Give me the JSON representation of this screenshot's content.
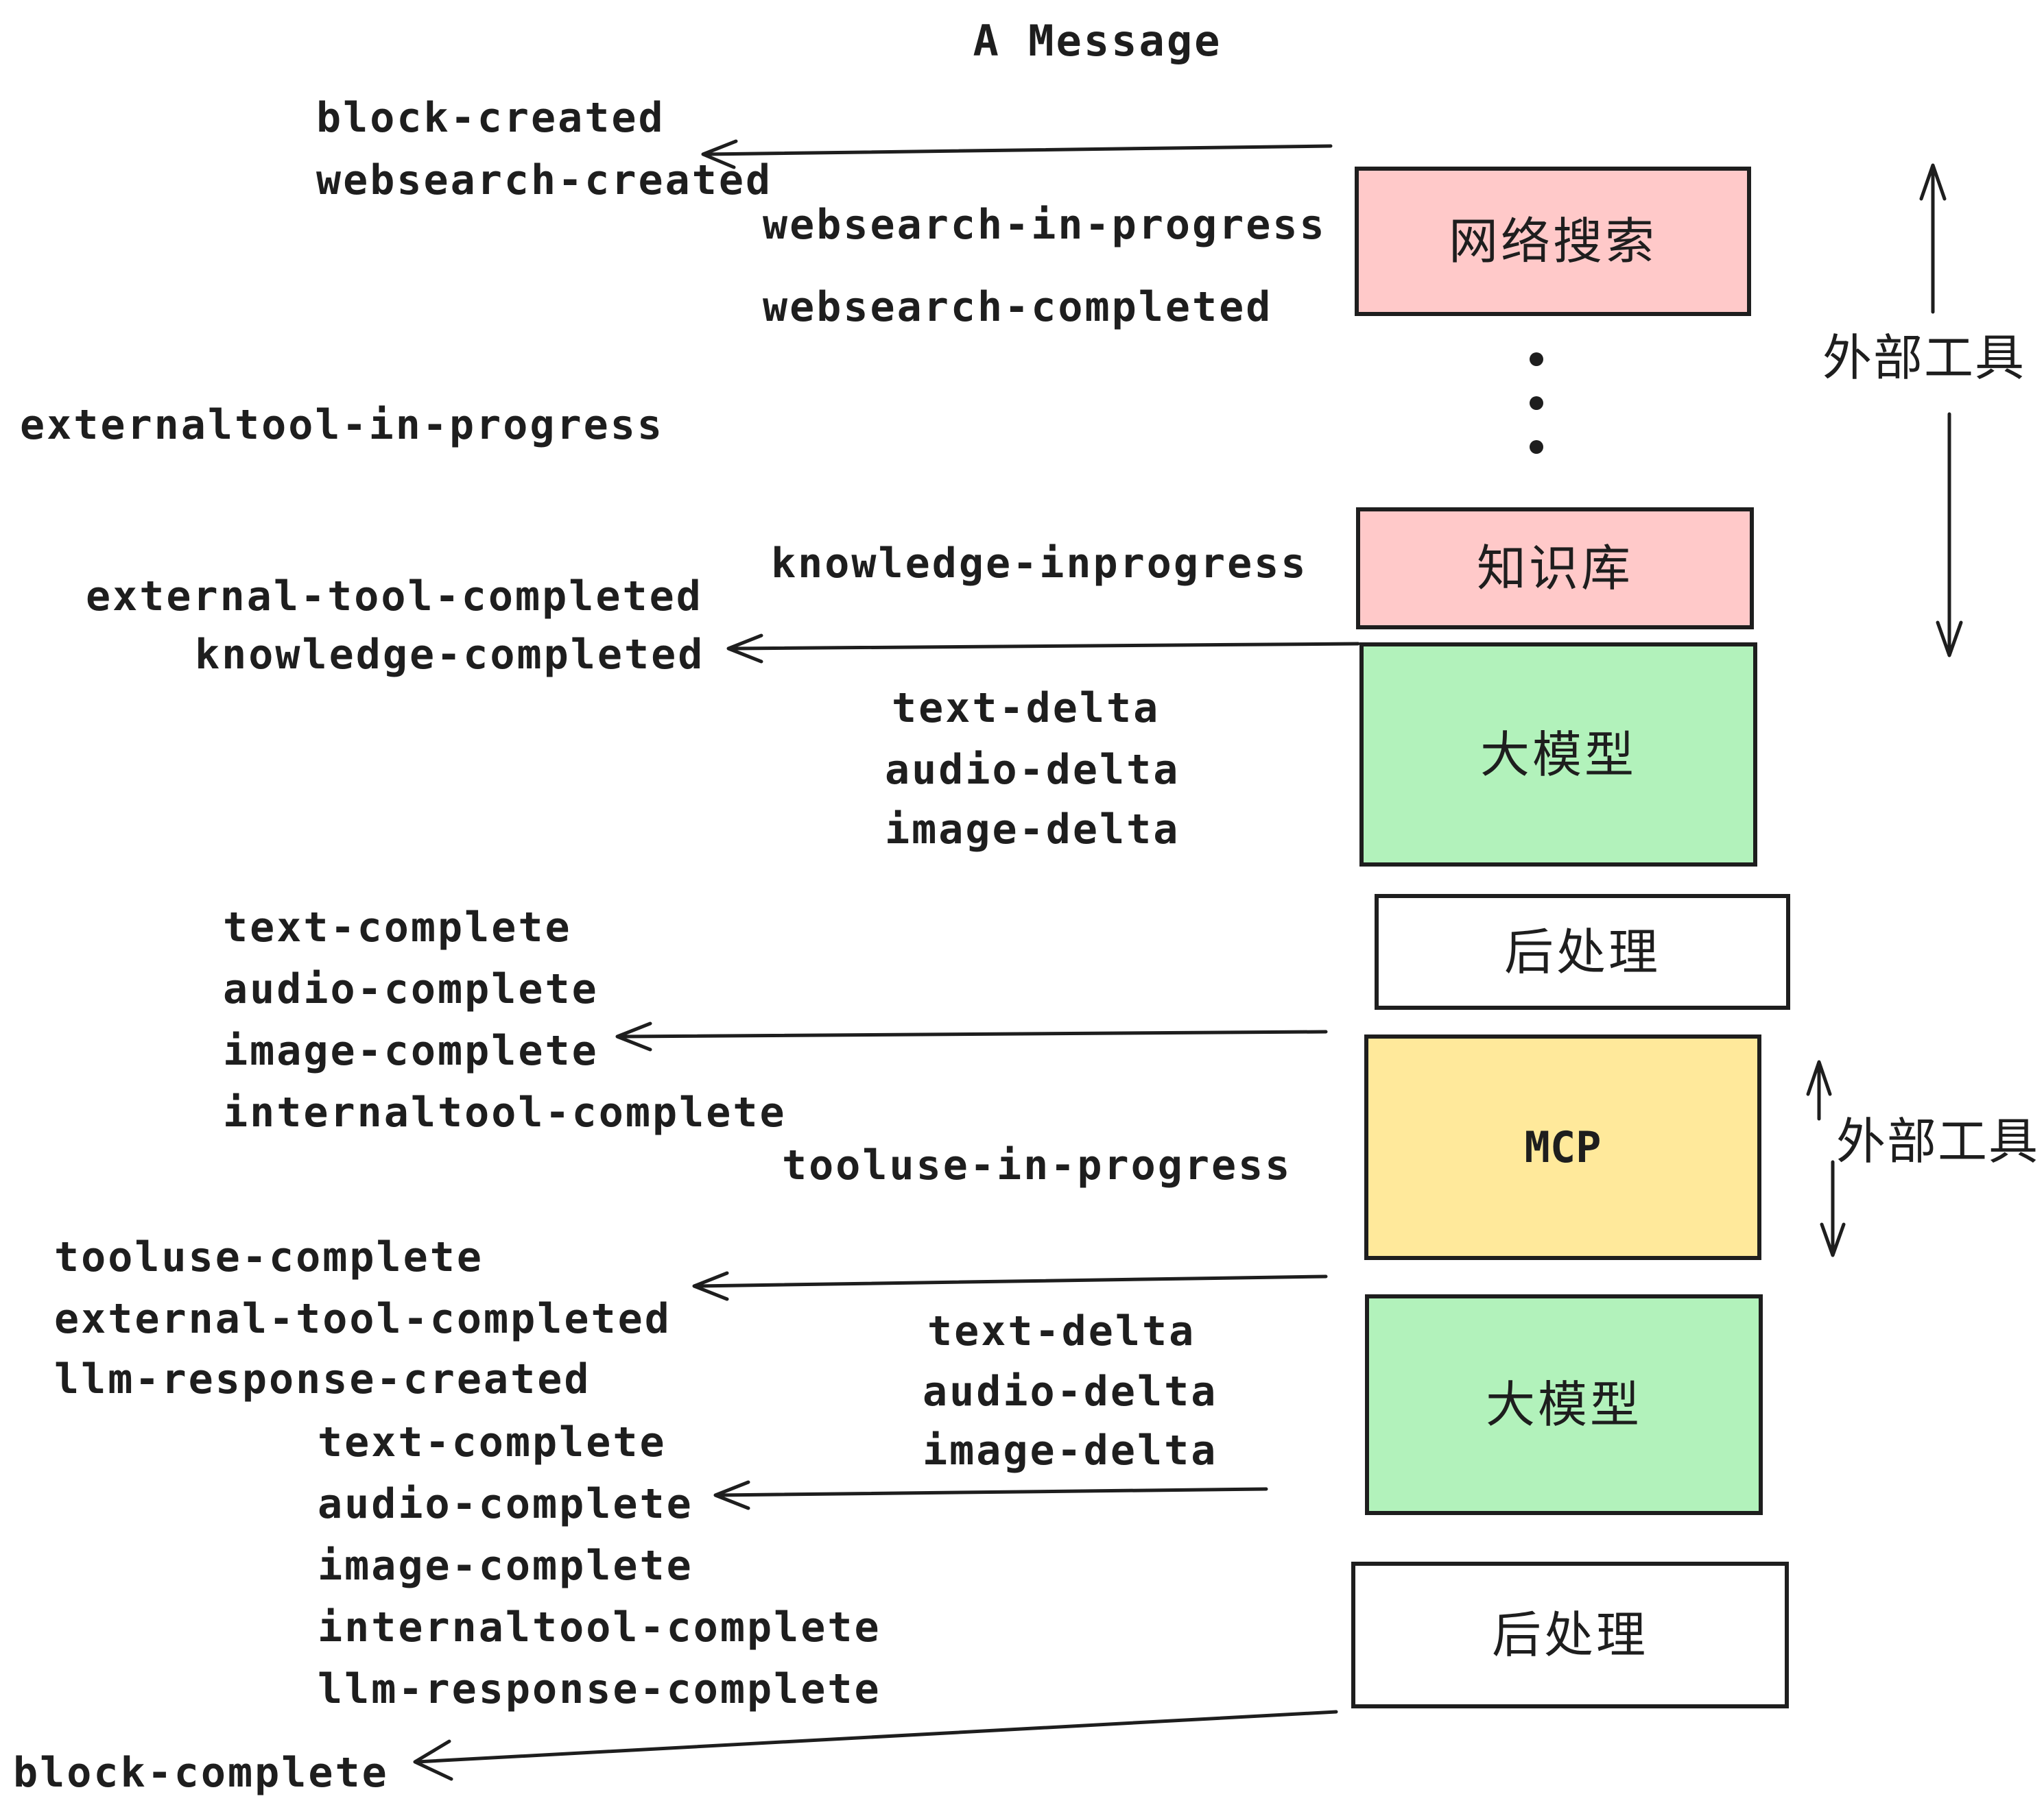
{
  "title": "A Message",
  "colors": {
    "ink": "#1e1e1e",
    "box_pink": "#ffc9c9",
    "box_green": "#b2f2bb",
    "box_yellow": "#ffe99b",
    "box_white": "#ffffff",
    "background": "#ffffff"
  },
  "boxes": [
    {
      "id": "websearch",
      "label": "网络搜索"
    },
    {
      "id": "knowledge",
      "label": "知识库"
    },
    {
      "id": "llm-1",
      "label": "大模型"
    },
    {
      "id": "postprocess-1",
      "label": "后处理"
    },
    {
      "id": "mcp",
      "label": "MCP"
    },
    {
      "id": "llm-2",
      "label": "大模型"
    },
    {
      "id": "postprocess-2",
      "label": "后处理"
    }
  ],
  "side_labels": [
    {
      "text": "外部工具"
    },
    {
      "text": "外部工具"
    }
  ],
  "events": [
    {
      "text": "block-created"
    },
    {
      "text": "websearch-created"
    },
    {
      "text": "websearch-in-progress"
    },
    {
      "text": "websearch-completed"
    },
    {
      "text": "externaltool-in-progress"
    },
    {
      "text": "knowledge-inprogress"
    },
    {
      "text": "external-tool-completed"
    },
    {
      "text": "knowledge-completed"
    },
    {
      "text": "text-delta"
    },
    {
      "text": "audio-delta"
    },
    {
      "text": "image-delta"
    },
    {
      "text": "text-complete"
    },
    {
      "text": "audio-complete"
    },
    {
      "text": "image-complete"
    },
    {
      "text": "internaltool-complete"
    },
    {
      "text": "tooluse-in-progress"
    },
    {
      "text": "tooluse-complete"
    },
    {
      "text": "external-tool-completed"
    },
    {
      "text": "llm-response-created"
    },
    {
      "text": "text-delta"
    },
    {
      "text": "audio-delta"
    },
    {
      "text": "image-delta"
    },
    {
      "text": "text-complete"
    },
    {
      "text": "audio-complete"
    },
    {
      "text": "image-complete"
    },
    {
      "text": "internaltool-complete"
    },
    {
      "text": "llm-response-complete"
    },
    {
      "text": "block-complete"
    }
  ]
}
